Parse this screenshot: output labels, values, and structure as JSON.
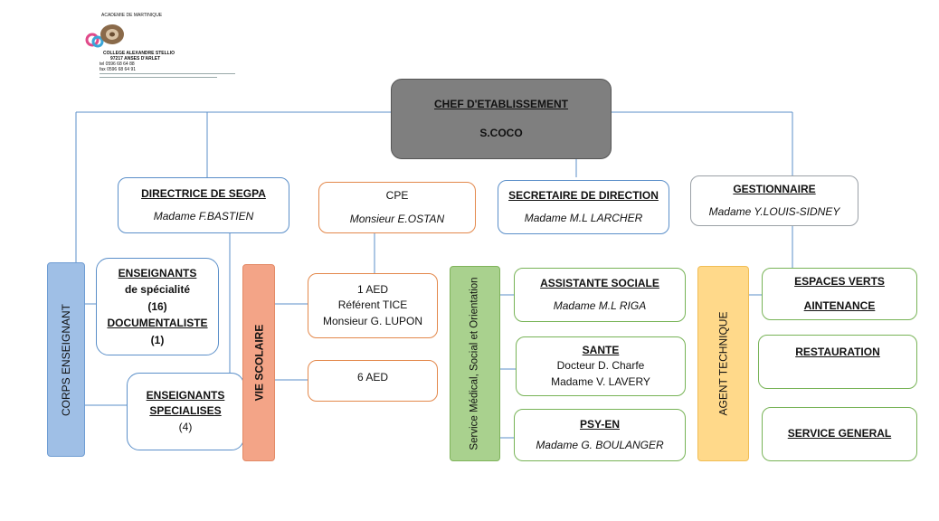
{
  "logo": {
    "academy": "ACADEMIE DE MARTINIQUE",
    "school": "COLLEGE ALEXANDRE STELLIO",
    "address": "97217 ANSES D'ARLET",
    "tel": "0596 68 64 88",
    "fax": "0596 68 64 91"
  },
  "chef": {
    "title": "CHEF D'ETABLISSEMENT",
    "name": "S.COCO"
  },
  "segpa": {
    "title": "DIRECTRICE DE SEGPA",
    "name": "Madame F.BASTIEN"
  },
  "cpe": {
    "title": "CPE",
    "name": "Monsieur E.OSTAN"
  },
  "secretaire": {
    "title": "SECRETAIRE DE DIRECTION",
    "name": "Madame M.L LARCHER"
  },
  "gestionnaire": {
    "title": "GESTIONNAIRE",
    "name": "Madame Y.LOUIS-SIDNEY"
  },
  "corps": {
    "bar_label": "CORPS ENSEIGNANT",
    "box1": {
      "line1": "ENSEIGNANTS",
      "line2": "de spécialité",
      "line3": "(16)",
      "line4": "DOCUMENTALISTE",
      "line5": "(1)"
    },
    "box2": {
      "line1": "ENSEIGNANTS",
      "line2": "SPECIALISES",
      "line3": "(4)"
    }
  },
  "vie_scolaire": {
    "bar_label": "VIE SCOLAIRE",
    "box1": {
      "line1": "1 AED",
      "line2": "Référent TICE",
      "line3": "Monsieur G. LUPON"
    },
    "box2": {
      "line1": "6 AED"
    }
  },
  "service_medical": {
    "bar_label": "Service Médical, Social et Orientation",
    "assistante": {
      "title": "ASSISTANTE SOCIALE",
      "name": "Madame M.L RIGA"
    },
    "sante": {
      "title": "SANTE",
      "line1": "Docteur D. Charfe",
      "line2": "Madame V. LAVERY"
    },
    "psy": {
      "title": "PSY-EN",
      "name": "Madame G. BOULANGER"
    }
  },
  "agent": {
    "bar_label": "AGENT TECHNIQUE",
    "espaces": {
      "line1": "ESPACES VERTS",
      "line2": "AINTENANCE"
    },
    "restauration": {
      "title": "RESTAURATION"
    },
    "general": {
      "title": "SERVICE GENERAL"
    }
  },
  "colors": {
    "chef_fill": "#7f7f7f",
    "corps_bar": "#9fbfe6",
    "vie_bar": "#f3a487",
    "medical_bar": "#a9d18e",
    "agent_bar": "#ffd98a"
  }
}
